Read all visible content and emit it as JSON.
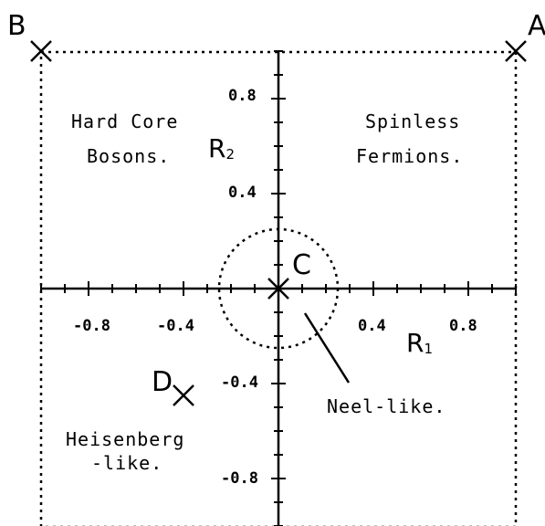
{
  "points": {
    "A": {
      "label": "A",
      "r1": 1.0,
      "r2": 1.0
    },
    "B": {
      "label": "B",
      "r1": -1.0,
      "r2": 1.0
    },
    "C": {
      "label": "C",
      "r1": 0.0,
      "r2": 0.0
    },
    "D": {
      "label": "D",
      "r1": -0.4,
      "r2": -0.45
    }
  },
  "axes": {
    "r1": {
      "name": "R",
      "subscript": "1"
    },
    "r2": {
      "name": "R",
      "subscript": "2"
    },
    "range": [
      -1.0,
      1.0
    ],
    "x_ticks": [
      {
        "value": -0.8,
        "label": "-0.8"
      },
      {
        "value": -0.4,
        "label": "-0.4"
      },
      {
        "value": 0.4,
        "label": "0.4"
      },
      {
        "value": 0.8,
        "label": "0.8"
      }
    ],
    "y_ticks": [
      {
        "value": 0.8,
        "label": "0.8"
      },
      {
        "value": 0.4,
        "label": "0.4"
      },
      {
        "value": -0.4,
        "label": "-0.4"
      },
      {
        "value": -0.8,
        "label": "-0.8"
      }
    ]
  },
  "regions": {
    "top_left": {
      "line1": "Hard Core",
      "line2": "Bosons."
    },
    "top_right": {
      "line1": "Spinless",
      "line2": "Fermions."
    },
    "bottom_left": {
      "line1": "Heisenberg",
      "line2": "-like."
    },
    "center": {
      "label": "Neel-like.",
      "radius": 0.25
    }
  }
}
